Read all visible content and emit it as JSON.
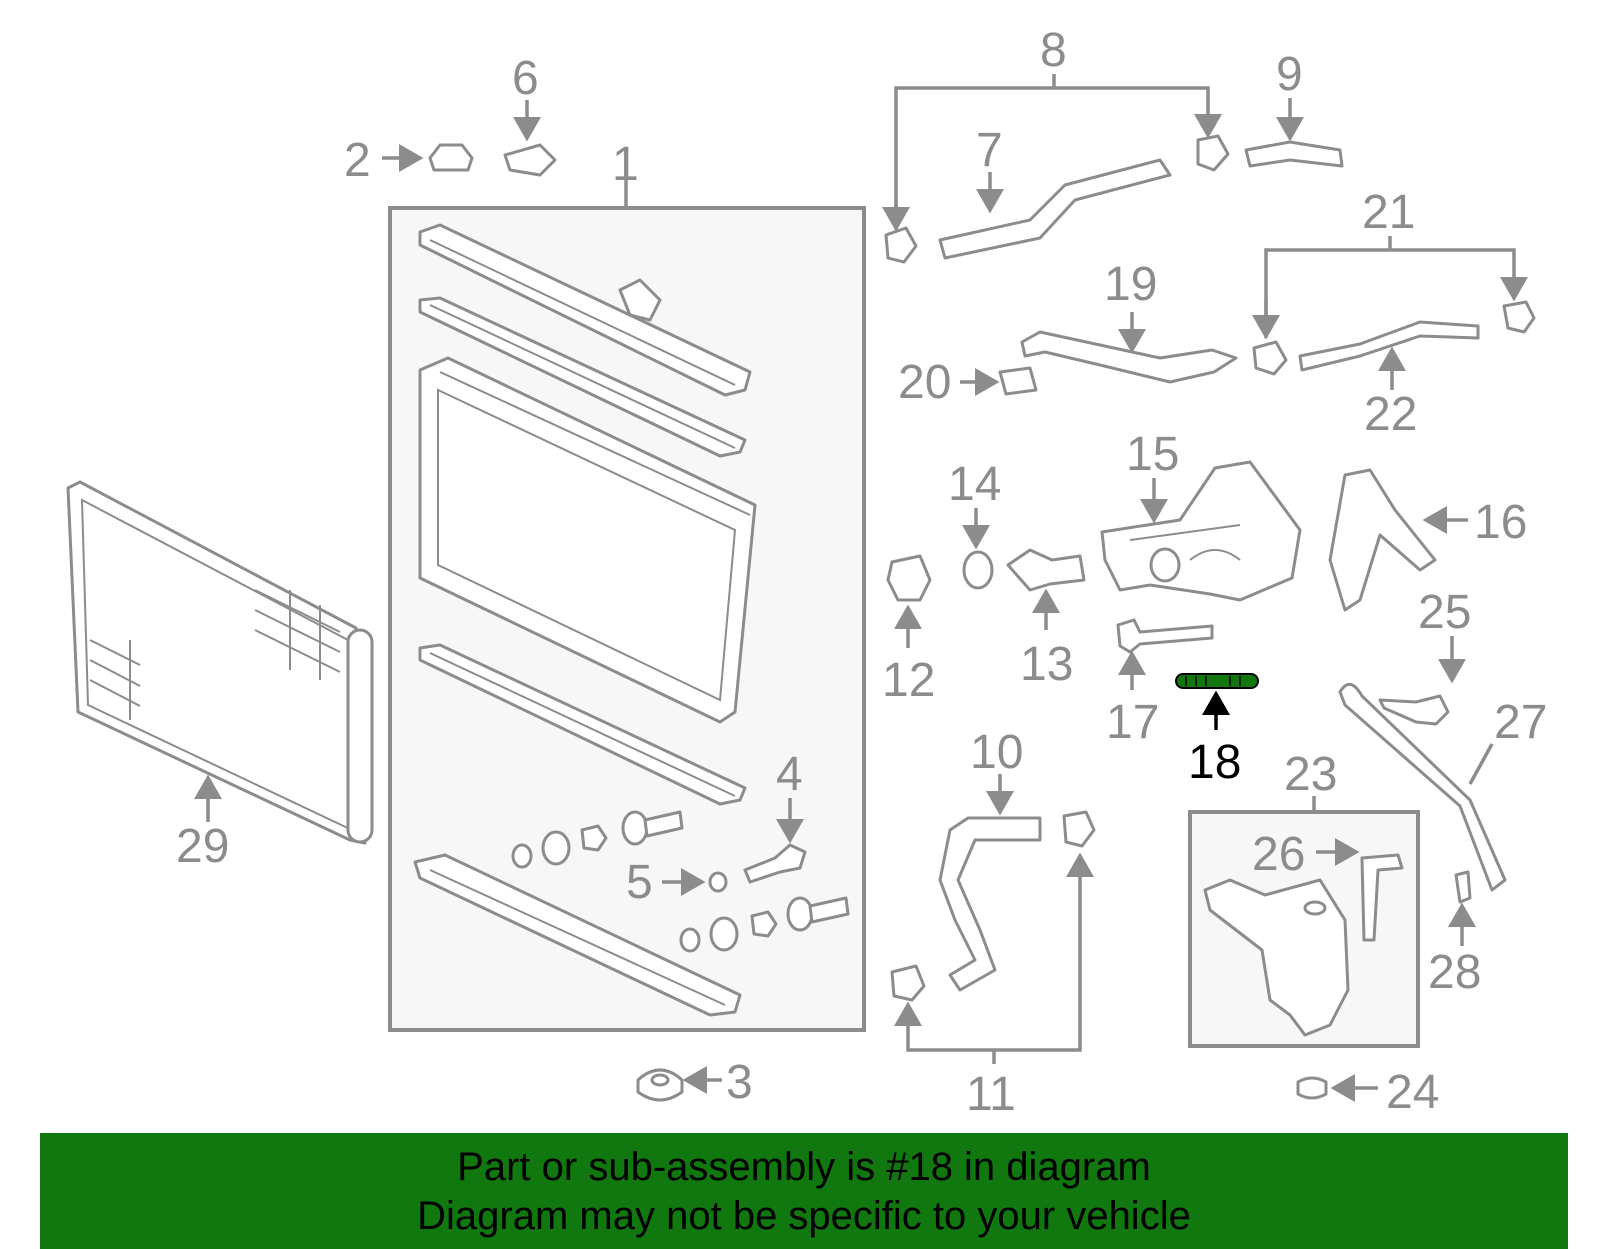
{
  "callouts": [
    {
      "id": "1",
      "label": "1"
    },
    {
      "id": "2",
      "label": "2"
    },
    {
      "id": "3",
      "label": "3"
    },
    {
      "id": "4",
      "label": "4"
    },
    {
      "id": "5",
      "label": "5"
    },
    {
      "id": "6",
      "label": "6"
    },
    {
      "id": "7",
      "label": "7"
    },
    {
      "id": "8",
      "label": "8"
    },
    {
      "id": "9",
      "label": "9"
    },
    {
      "id": "10",
      "label": "10"
    },
    {
      "id": "11",
      "label": "11"
    },
    {
      "id": "12",
      "label": "12"
    },
    {
      "id": "13",
      "label": "13"
    },
    {
      "id": "14",
      "label": "14"
    },
    {
      "id": "15",
      "label": "15"
    },
    {
      "id": "16",
      "label": "16"
    },
    {
      "id": "17",
      "label": "17"
    },
    {
      "id": "18",
      "label": "18",
      "highlighted": true
    },
    {
      "id": "19",
      "label": "19"
    },
    {
      "id": "20",
      "label": "20"
    },
    {
      "id": "21",
      "label": "21"
    },
    {
      "id": "22",
      "label": "22"
    },
    {
      "id": "23",
      "label": "23"
    },
    {
      "id": "24",
      "label": "24"
    },
    {
      "id": "25",
      "label": "25"
    },
    {
      "id": "26",
      "label": "26"
    },
    {
      "id": "27",
      "label": "27"
    },
    {
      "id": "28",
      "label": "28"
    },
    {
      "id": "29",
      "label": "29"
    }
  ],
  "footer": {
    "line1": "Part or sub-assembly is #18 in diagram",
    "line2": "Diagram may not be specific to your vehicle"
  },
  "colors": {
    "line": "#8c8c8c",
    "highlight_part": "#11770f",
    "footer_bg": "#11770f",
    "highlight_text": "#000000"
  }
}
